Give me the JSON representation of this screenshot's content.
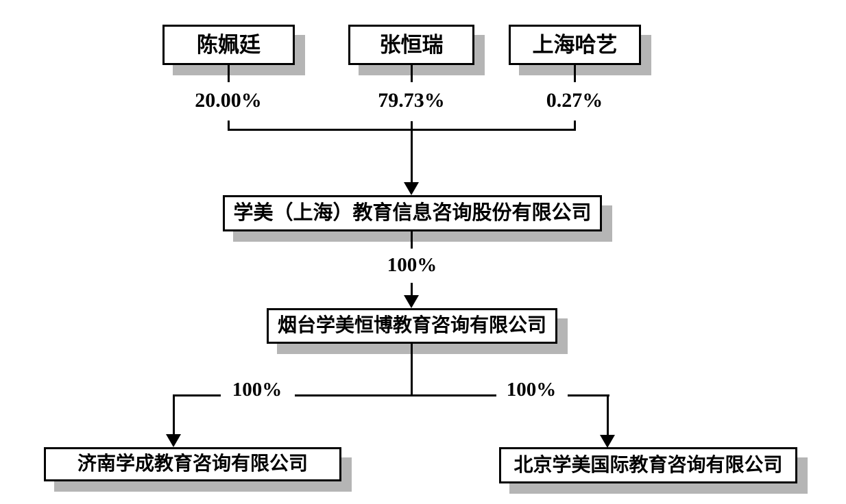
{
  "diagram": {
    "title_implicit": "equity-structure-chart",
    "shareholders": [
      {
        "name": "陈姵廷",
        "percent": "20.00%"
      },
      {
        "name": "张恒瑞",
        "percent": "79.73%"
      },
      {
        "name": "上海哈艺",
        "percent": "0.27%"
      }
    ],
    "parent_company": {
      "name": "学美（上海）教育信息咨询股份有限公司"
    },
    "parent_to_subsidiary_percent": "100%",
    "subsidiary_company": {
      "name": "烟台学美恒博教育咨询有限公司"
    },
    "sub_subsidiaries": [
      {
        "name": "济南学成教育咨询有限公司",
        "percent": "100%"
      },
      {
        "name": "北京学美国际教育咨询有限公司",
        "percent": "100%"
      }
    ]
  },
  "colors": {
    "line": "#000000",
    "box_border": "#000000",
    "box_background": "#ffffff",
    "shadow": "#b5b5b5",
    "text": "#000000"
  }
}
